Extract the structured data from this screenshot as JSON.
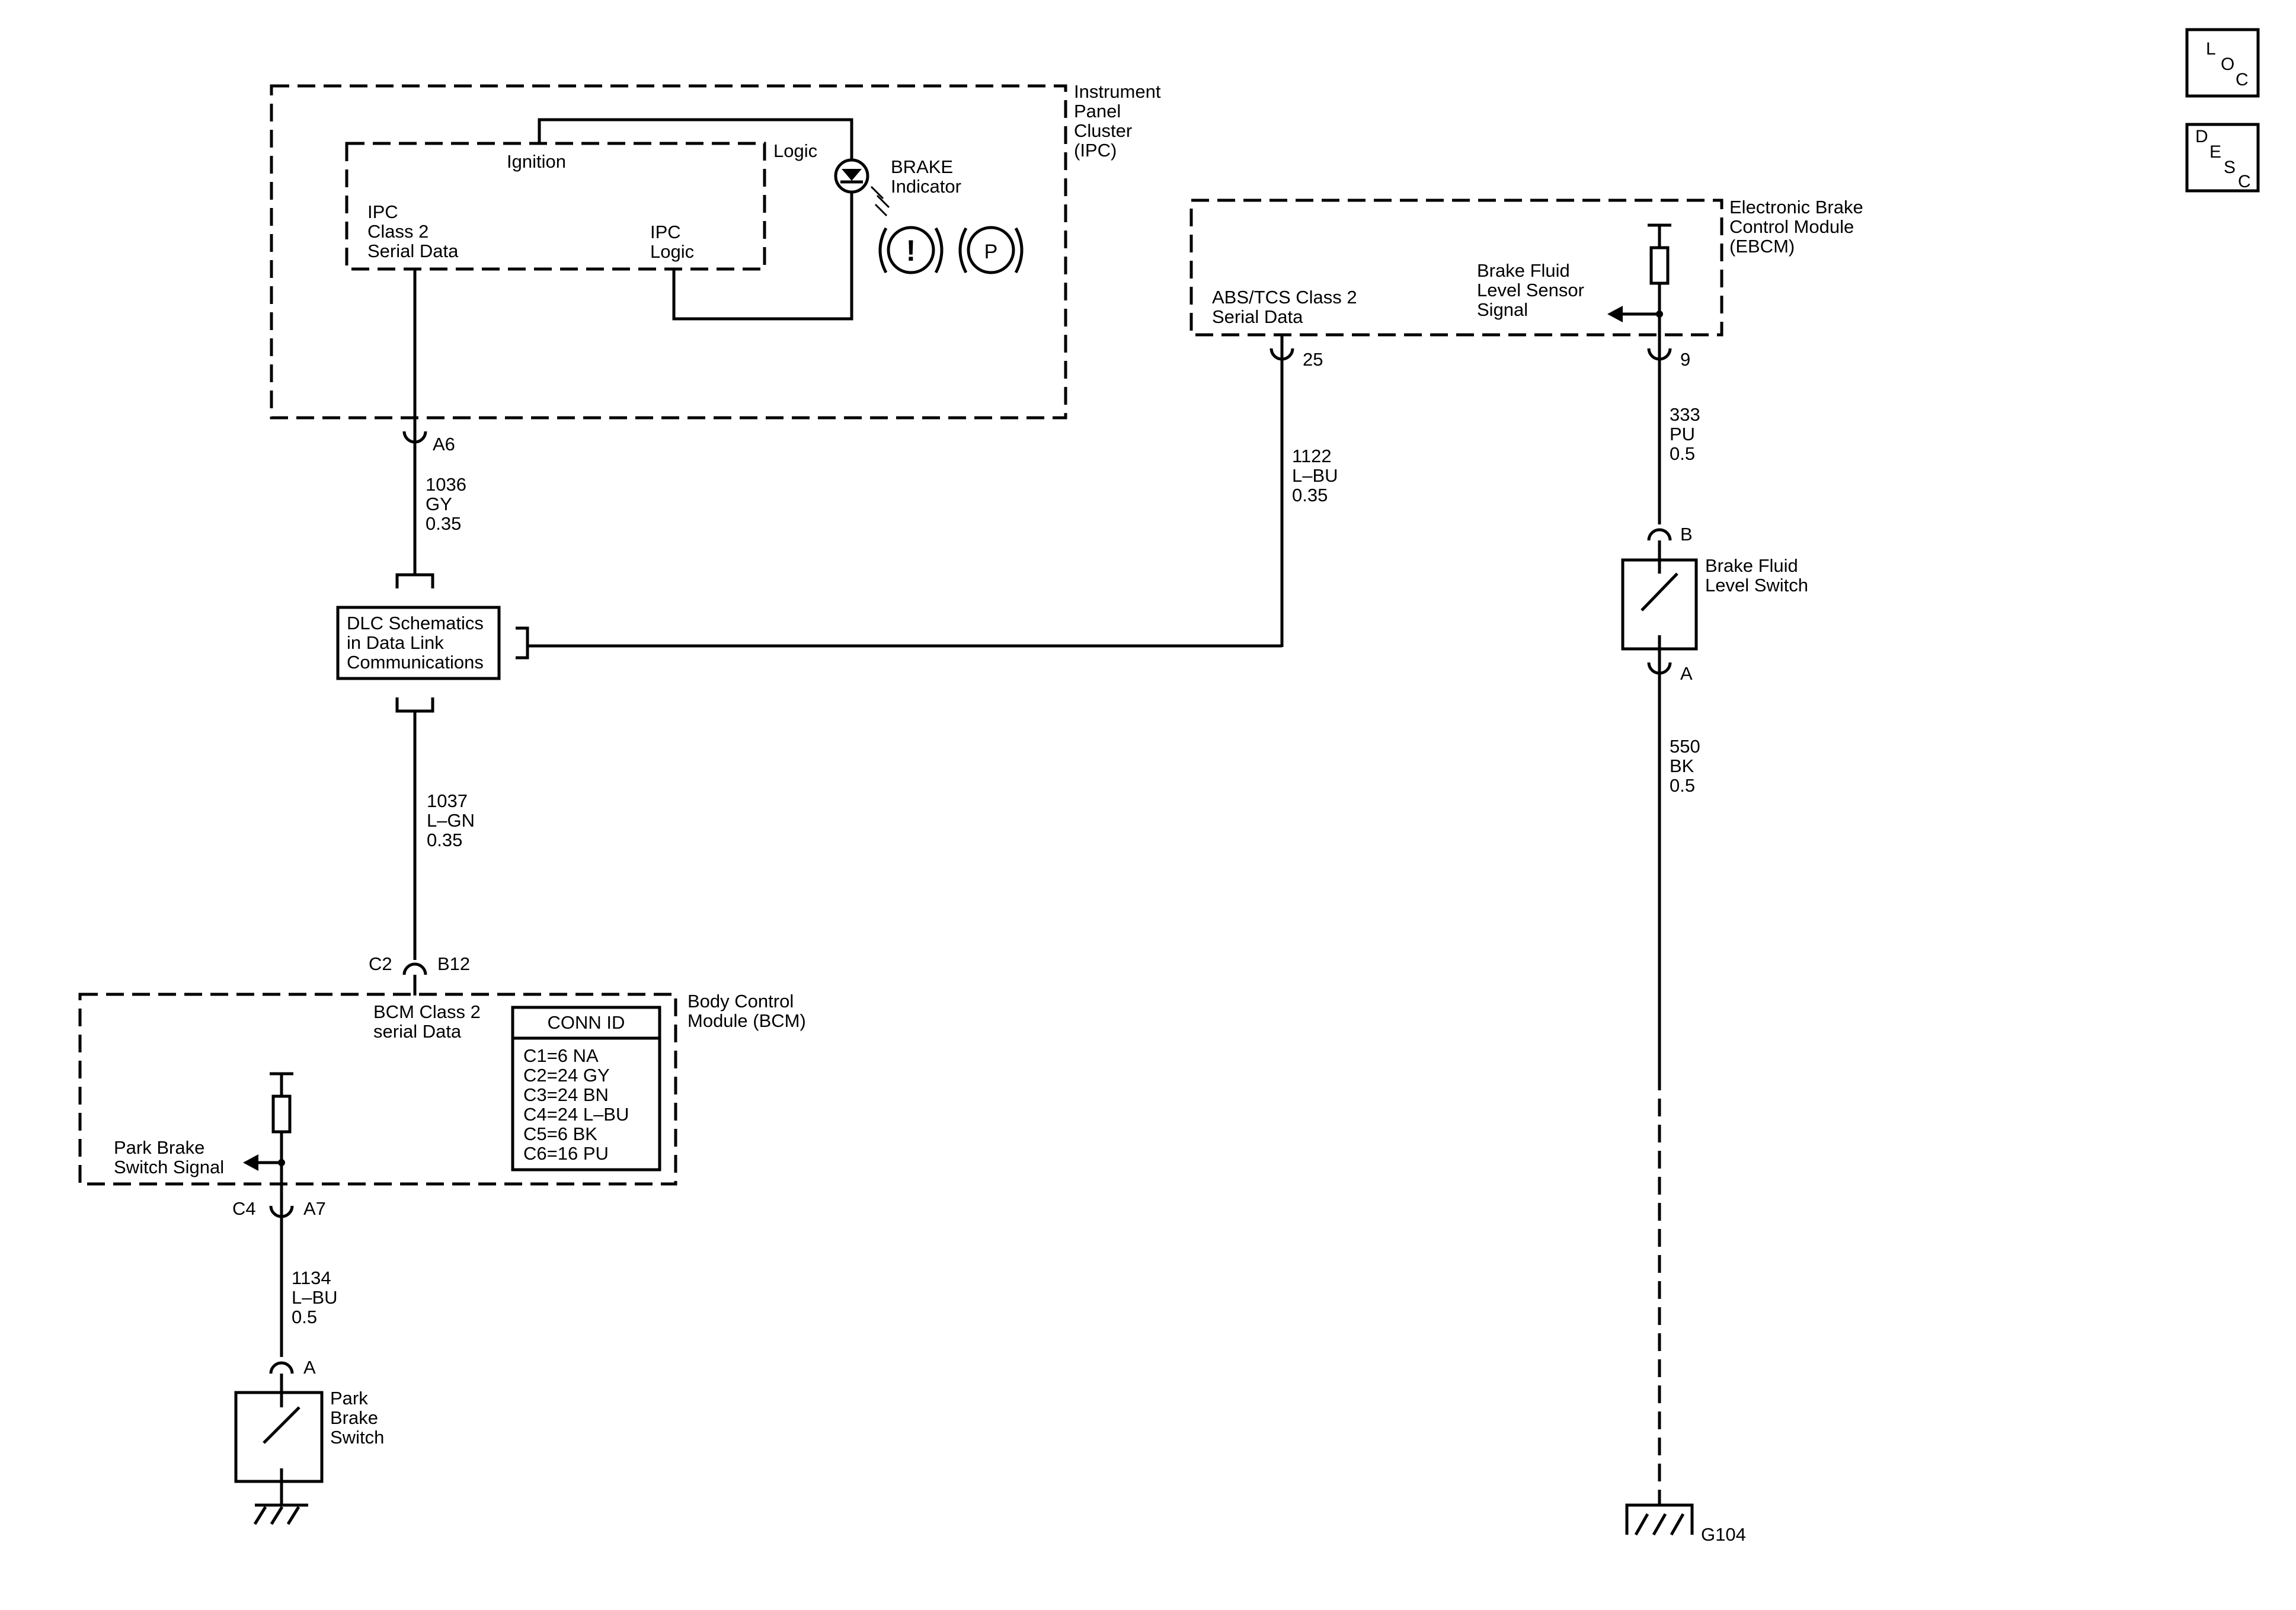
{
  "modules": {
    "ipc": {
      "name": [
        "Instrument",
        "Panel",
        "Cluster",
        "(IPC)"
      ],
      "ignition": "Ignition",
      "logic": "Logic",
      "serial": [
        "IPC",
        "Class 2",
        "Serial Data"
      ],
      "ipc_logic": [
        "IPC",
        "Logic"
      ],
      "indicator": [
        "BRAKE",
        "Indicator"
      ],
      "p_symbol": "P",
      "excl_symbol": "!"
    },
    "ebcm": {
      "name": [
        "Electronic Brake",
        "Control Module",
        "(EBCM)"
      ],
      "serial": [
        "ABS/TCS Class 2",
        "Serial Data"
      ],
      "sensor": [
        "Brake Fluid",
        "Level Sensor",
        "Signal"
      ]
    },
    "bcm": {
      "name": [
        "Body Control",
        "Module (BCM)"
      ],
      "serial": [
        "BCM Class 2",
        "serial Data"
      ],
      "park_signal": [
        "Park Brake",
        "Switch Signal"
      ]
    }
  },
  "dlc": [
    "DLC Schematics",
    "in Data Link",
    "Communications"
  ],
  "conn_id": {
    "title": "CONN ID",
    "rows": [
      "C1=6 NA",
      "C2=24 GY",
      "C3=24 BN",
      "C4=24 L–BU",
      "C5=6 BK",
      "C6=16 PU"
    ]
  },
  "pins": {
    "a6": "A6",
    "p25": "25",
    "p9": "9",
    "c2": "C2",
    "b12": "B12",
    "c4": "C4",
    "a7": "A7",
    "sw_b": "B",
    "sw_a": "A",
    "park_a": "A"
  },
  "wires": {
    "w1036": [
      "1036",
      "GY",
      "0.35"
    ],
    "w1037": [
      "1037",
      "L–GN",
      "0.35"
    ],
    "w1122": [
      "1122",
      "L–BU",
      "0.35"
    ],
    "w333": [
      "333",
      "PU",
      "0.5"
    ],
    "w550": [
      "550",
      "BK",
      "0.5"
    ],
    "w1134": [
      "1134",
      "L–BU",
      "0.5"
    ]
  },
  "switches": {
    "fluid": [
      "Brake Fluid",
      "Level Switch"
    ],
    "park": [
      "Park",
      "Brake",
      "Switch"
    ]
  },
  "ground": "G104",
  "corner": {
    "loc": [
      "L",
      "O",
      "C"
    ],
    "desc": [
      "D",
      "E",
      "S",
      "C"
    ]
  }
}
